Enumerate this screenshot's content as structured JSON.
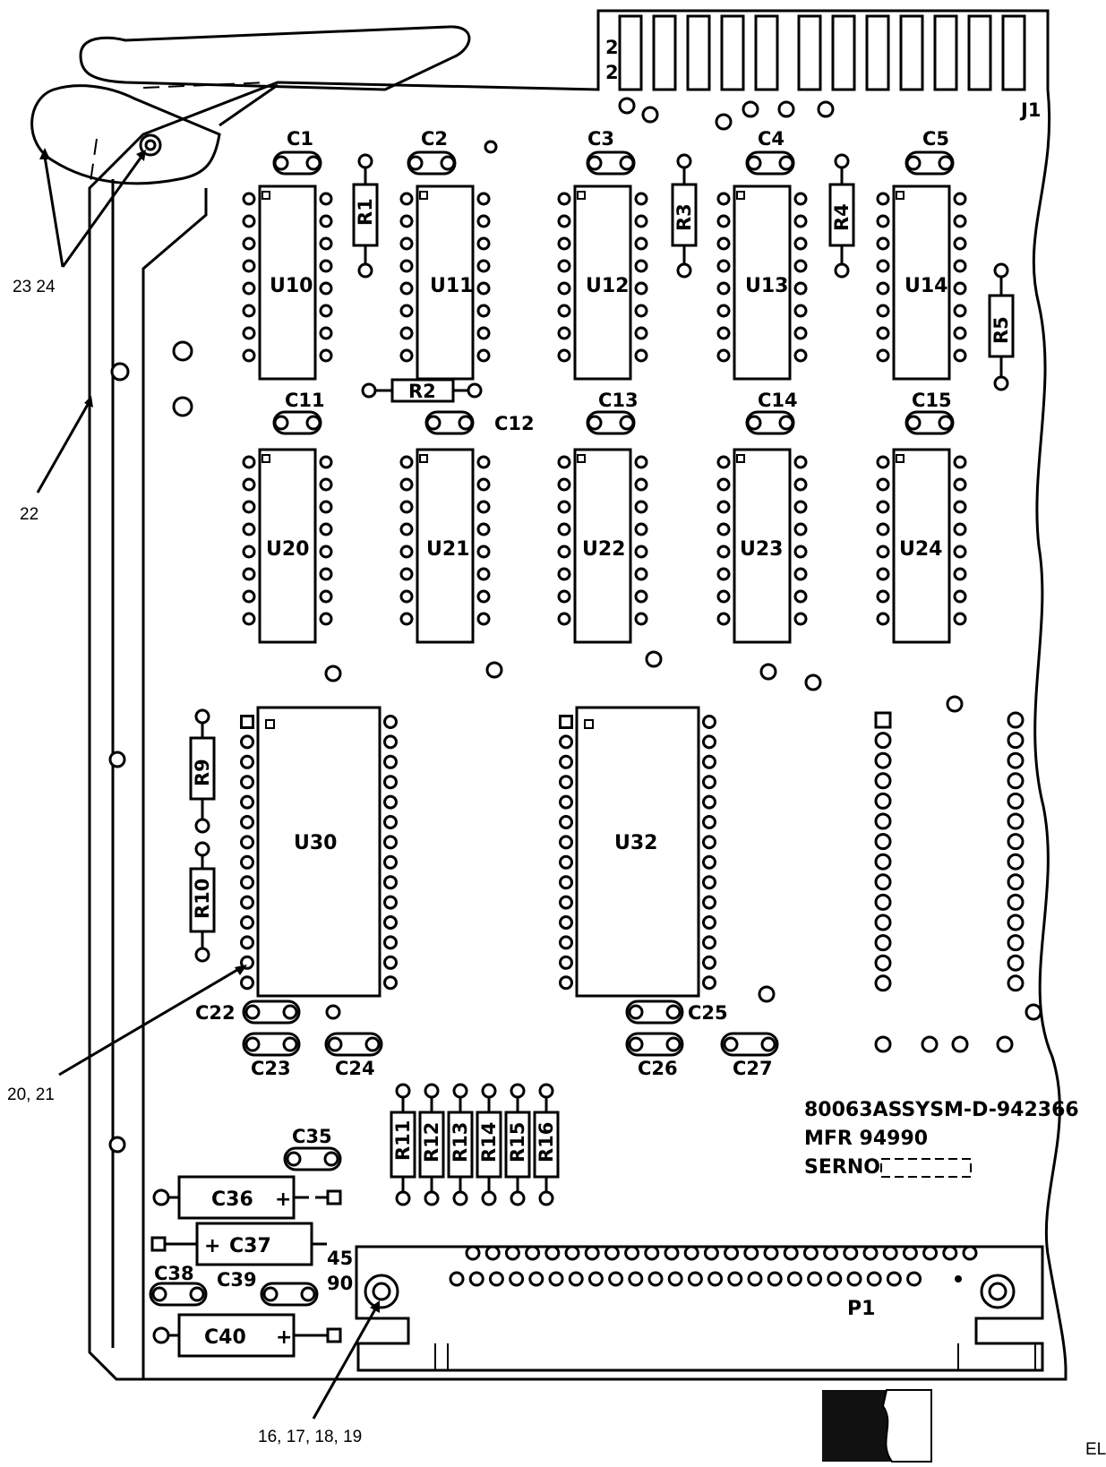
{
  "diagram": {
    "ics": [
      "U10",
      "U11",
      "U12",
      "U13",
      "U14",
      "U20",
      "U21",
      "U22",
      "U23",
      "U24",
      "U30",
      "U32"
    ],
    "capacitors": [
      "C1",
      "C2",
      "C3",
      "C4",
      "C5",
      "C11",
      "C12",
      "C13",
      "C14",
      "C15",
      "C22",
      "C23",
      "C24",
      "C25",
      "C26",
      "C27",
      "C35",
      "C36",
      "C37",
      "C38",
      "C39",
      "C40"
    ],
    "resistors": [
      "R1",
      "R2",
      "R3",
      "R4",
      "R5",
      "R9",
      "R10",
      "R11",
      "R12",
      "R13",
      "R14",
      "R15",
      "R16"
    ],
    "connectors": {
      "j1": "J1",
      "j1_pin": "2",
      "j1_pin2": "2",
      "p1": "P1",
      "p1_pin_top": "45",
      "p1_pin_bottom": "90"
    },
    "polarity": "+",
    "marking": {
      "line1": "80063ASSYSM-D-942366",
      "line2": "MFR 94990",
      "line3": "SERNO"
    },
    "callouts": {
      "c23_24": "23 24",
      "c22": "22",
      "c20_21": "20, 21",
      "c16_19": "16, 17, 18, 19"
    },
    "edge_label": "EL"
  }
}
